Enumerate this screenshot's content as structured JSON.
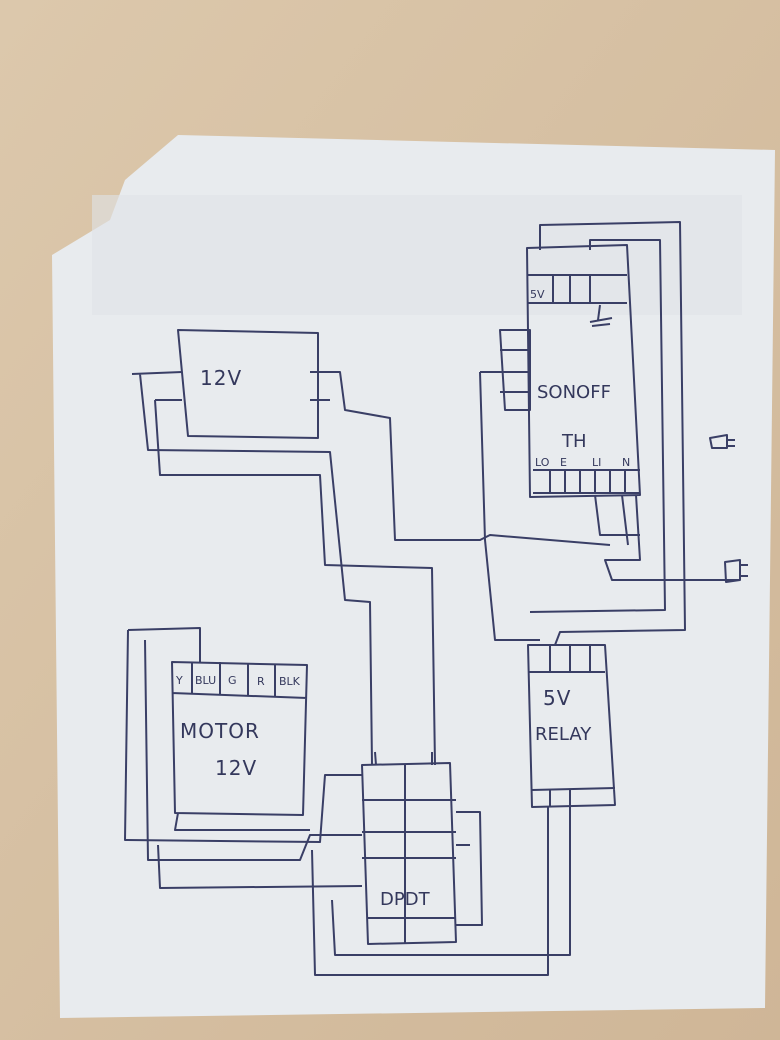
{
  "diagram": {
    "power_supply": {
      "label": "12V"
    },
    "sonoff": {
      "label": "SONOFF",
      "sublabel": "TH",
      "pin_5v": "5V",
      "terminals": [
        "LO",
        "E",
        "LI",
        "N"
      ]
    },
    "motor": {
      "label": "MOTOR",
      "voltage": "12V",
      "wires": [
        "Y",
        "BLU",
        "G",
        "R",
        "BLK"
      ]
    },
    "relay": {
      "voltage": "5V",
      "label": "RELAY"
    },
    "switch": {
      "label": "DPDT"
    }
  }
}
